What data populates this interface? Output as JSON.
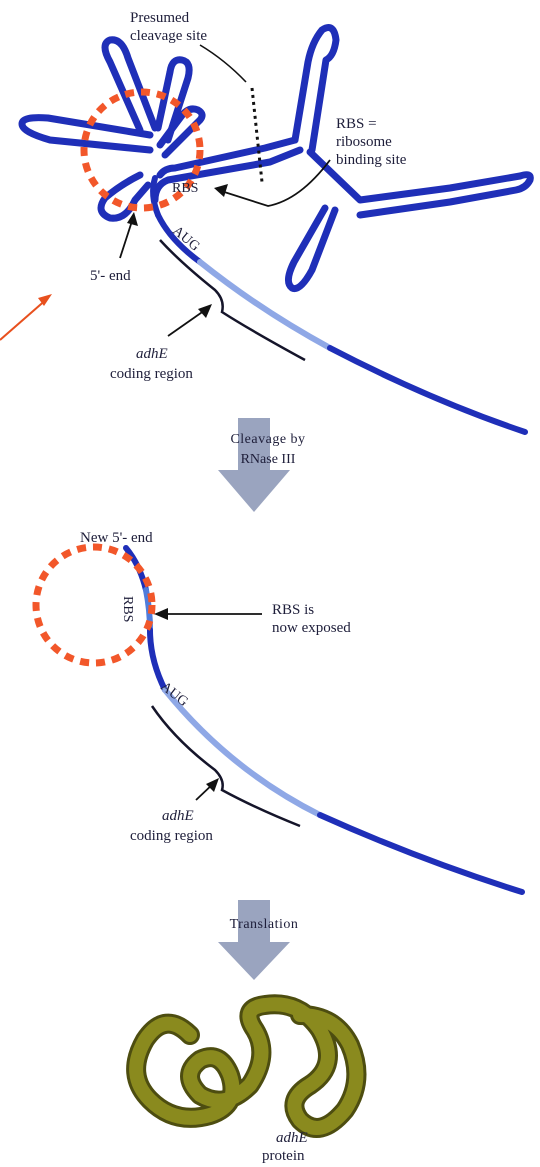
{
  "top_panel": {
    "cleavage_site_line1": "Presumed",
    "cleavage_site_line2": "cleavage site",
    "rbs_def_line1": "RBS =",
    "rbs_def_line2": "ribosome",
    "rbs_def_line3": "binding site",
    "rbs_label": "RBS",
    "aug_label": "AUG",
    "five_prime_label": "5'- end",
    "coding_gene": "adhE",
    "coding_label": "coding region"
  },
  "step1": {
    "line1": "Cleavage by",
    "line2": "RNase III"
  },
  "middle_panel": {
    "new_five_prime_label": "New 5'- end",
    "rbs_label": "RBS",
    "rbs_exposed_line1": "RBS is",
    "rbs_exposed_line2": "now exposed",
    "aug_label": "AUG",
    "coding_gene": "adhE",
    "coding_label": "coding region"
  },
  "step2": {
    "label": "Translation"
  },
  "bottom_panel": {
    "protein_gene": "adhE",
    "protein_label": "protein"
  },
  "colors": {
    "rna_dark": "#1f2fb8",
    "rna_light": "#8fa8e6",
    "highlight_circle": "#f2572a",
    "process_arrow": "#9aa4bf",
    "protein": "#8a8a1e",
    "protein_edge": "#4d4d10",
    "bracket": "#15152a",
    "pointer": "#e8501e"
  }
}
